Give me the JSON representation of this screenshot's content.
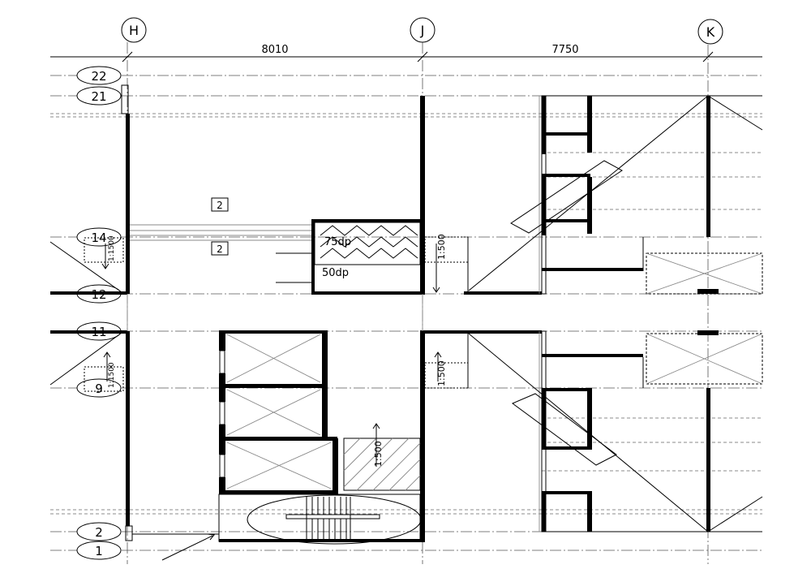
{
  "column_grid": {
    "labels": [
      "H",
      "J",
      "K"
    ],
    "dimensions": [
      "8010",
      "7750"
    ]
  },
  "row_grid": {
    "labels": [
      "22",
      "21",
      "14",
      "12",
      "11",
      "9",
      "2",
      "1"
    ]
  },
  "annotations": {
    "room_tag_upper": "2",
    "room_tag_lower": "2",
    "drop_1": "75dp",
    "drop_2": "50dp",
    "slope_1": "1:1500",
    "slope_2": "1:1500",
    "slope_3": "1:500",
    "slope_4": "1:500",
    "slope_5": "1:500"
  }
}
